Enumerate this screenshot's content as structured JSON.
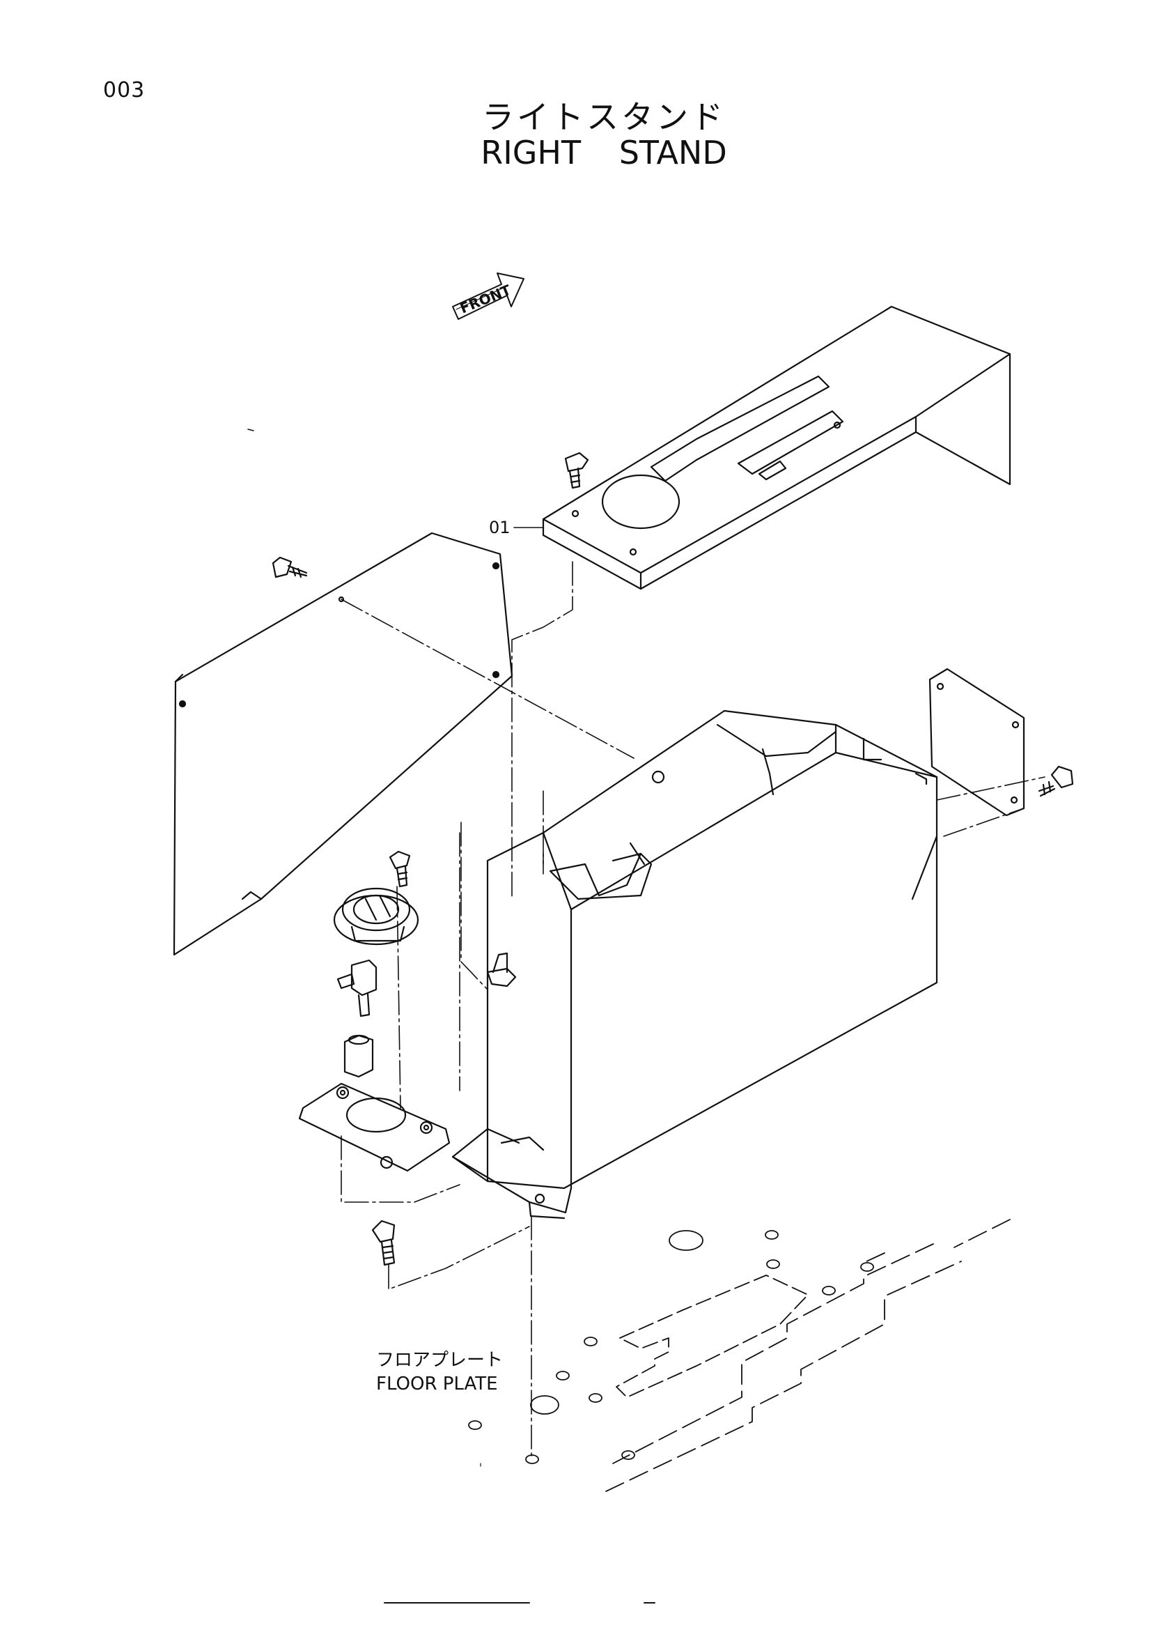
{
  "header": {
    "page_number": "003",
    "title_ja": "ライトスタンド",
    "title_en": "RIGHT   STAND"
  },
  "diagram": {
    "front_arrow_label": "FRONT",
    "callouts": [
      {
        "ref": "01"
      }
    ],
    "floor_plate_label_ja": "フロアプレート",
    "floor_plate_label_en": "FLOOR PLATE"
  }
}
